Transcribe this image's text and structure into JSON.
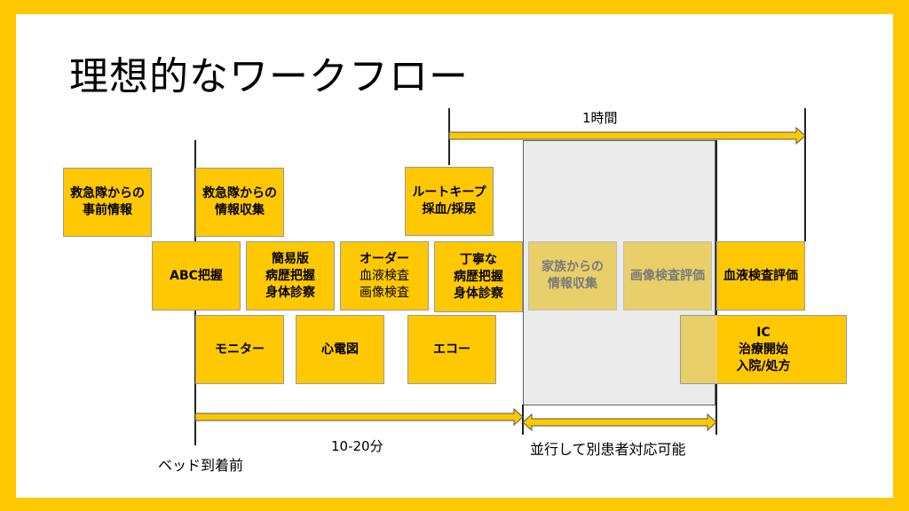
{
  "title": "理想的なワークフロー",
  "labels": {
    "one_hour": "1時間",
    "duration": "10-20分",
    "parallel": "並行して別患者対応可能",
    "before_bed": "ベッド到着前"
  },
  "boxes": {
    "prehospital": [
      "救急隊からの",
      "事前情報"
    ],
    "ems_info": [
      "救急隊からの",
      "情報収集"
    ],
    "route_keep": [
      "ルートキープ",
      "採血/採尿"
    ],
    "abc": [
      "ABC把握"
    ],
    "brief_hx": [
      "簡易版",
      "病歴把握",
      "身体診察"
    ],
    "order": [
      "オーダー",
      "血液検査",
      "画像検査"
    ],
    "careful_hx": [
      "丁寧な",
      "病歴把握",
      "身体診察"
    ],
    "family_info": [
      "家族からの",
      "情報収集"
    ],
    "imaging_eval": [
      "画像検査評価"
    ],
    "blood_eval": [
      "血液検査評価"
    ],
    "monitor": [
      "モニター"
    ],
    "ecg": [
      "心電図"
    ],
    "echo": [
      "エコー"
    ],
    "ic": [
      "IC",
      "治療開始",
      "入院/処方"
    ]
  },
  "colors": {
    "frame": "#FFC800",
    "box": "#FFC800",
    "faded_box": "#e8cf6a",
    "parallel_zone": "#ebebeb"
  }
}
